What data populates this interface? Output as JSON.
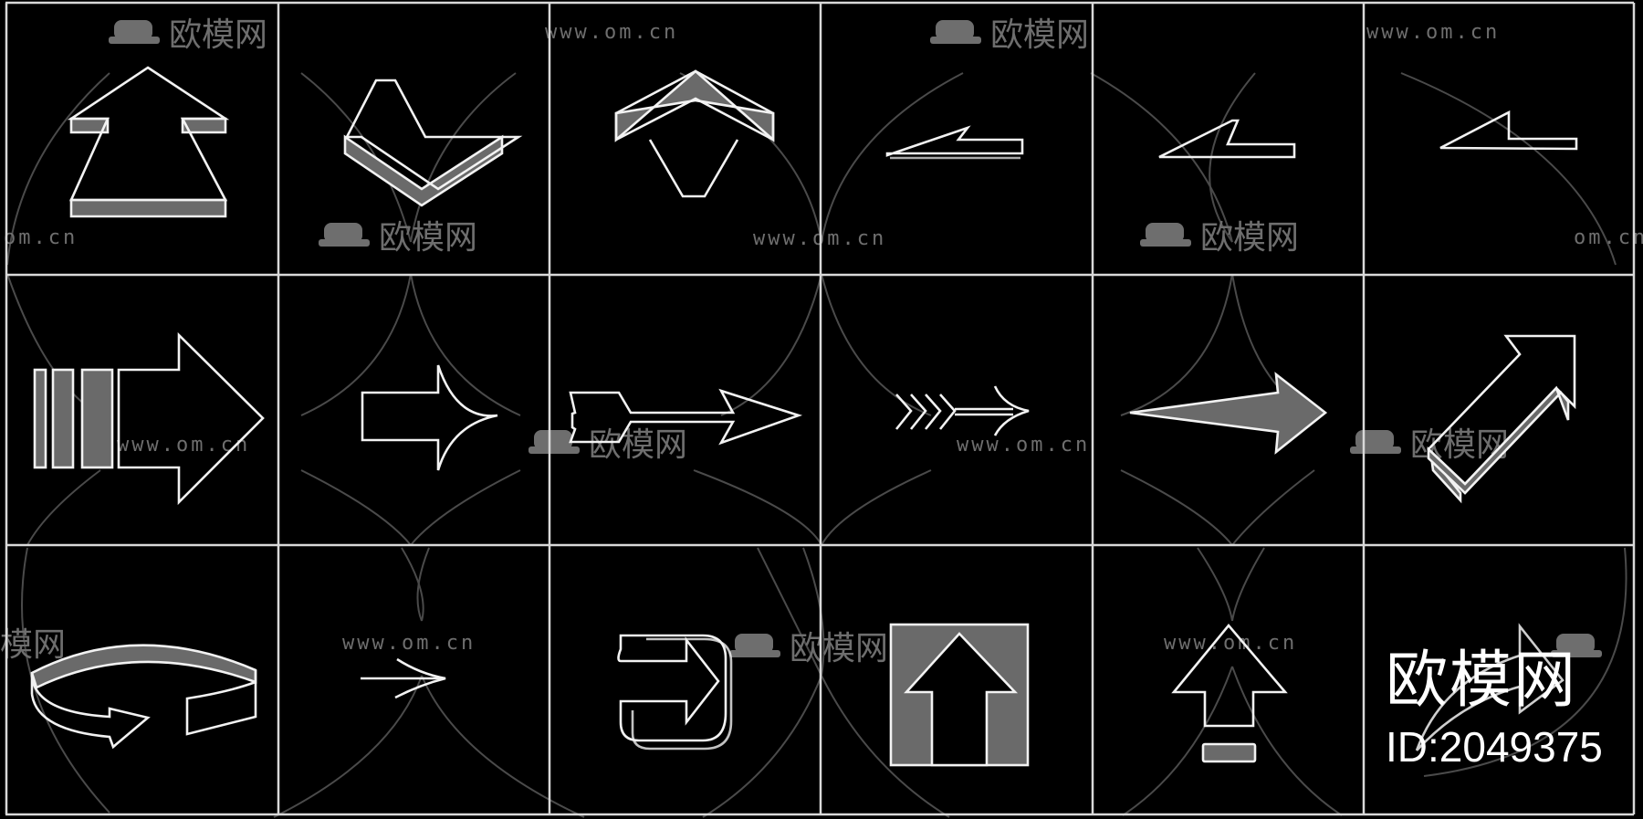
{
  "sheet": {
    "description": "CAD arrow symbol library sheet, 6 columns x 3 rows",
    "colors": {
      "background": "#000000",
      "grid": "#d9d9d9",
      "outline": "#f2f2f2",
      "fill": "#6a6a6a",
      "watermark": "#6e6e6e"
    },
    "rows": [
      {
        "cells": [
          {
            "icon": "bold-up-arrow-3d-icon"
          },
          {
            "icon": "chevron-down-arrow-3d-icon"
          },
          {
            "icon": "chevron-up-arrow-3d-icon"
          },
          {
            "icon": "half-arrow-left-thin-3d-icon"
          },
          {
            "icon": "half-arrow-left-icon"
          },
          {
            "icon": "half-arrow-left-small-icon"
          }
        ]
      },
      {
        "cells": [
          {
            "icon": "striped-right-arrow-icon"
          },
          {
            "icon": "curved-head-right-arrow-icon"
          },
          {
            "icon": "feathered-right-arrow-icon"
          },
          {
            "icon": "fletched-right-arrow-icon"
          },
          {
            "icon": "tapered-right-arrow-icon"
          },
          {
            "icon": "diagonal-up-right-arrow-3d-icon"
          }
        ]
      },
      {
        "cells": [
          {
            "icon": "circular-rotate-arrow-icon"
          },
          {
            "icon": "thin-right-arrow-icon"
          },
          {
            "icon": "u-turn-right-arrow-3d-icon"
          },
          {
            "icon": "up-arrow-in-box-icon"
          },
          {
            "icon": "up-arrow-with-bar-icon"
          },
          {
            "icon": "sweep-right-arrow-icon"
          }
        ]
      }
    ]
  },
  "watermarks": {
    "url": "www.om.cn",
    "url_partial": "om.cn",
    "brand_cn": "欧模网",
    "brand_cn_partial_1": "模网",
    "brand_cn_partial_2": "欧模网"
  },
  "badge": {
    "brand": "欧模网",
    "id": "ID:2049375"
  }
}
